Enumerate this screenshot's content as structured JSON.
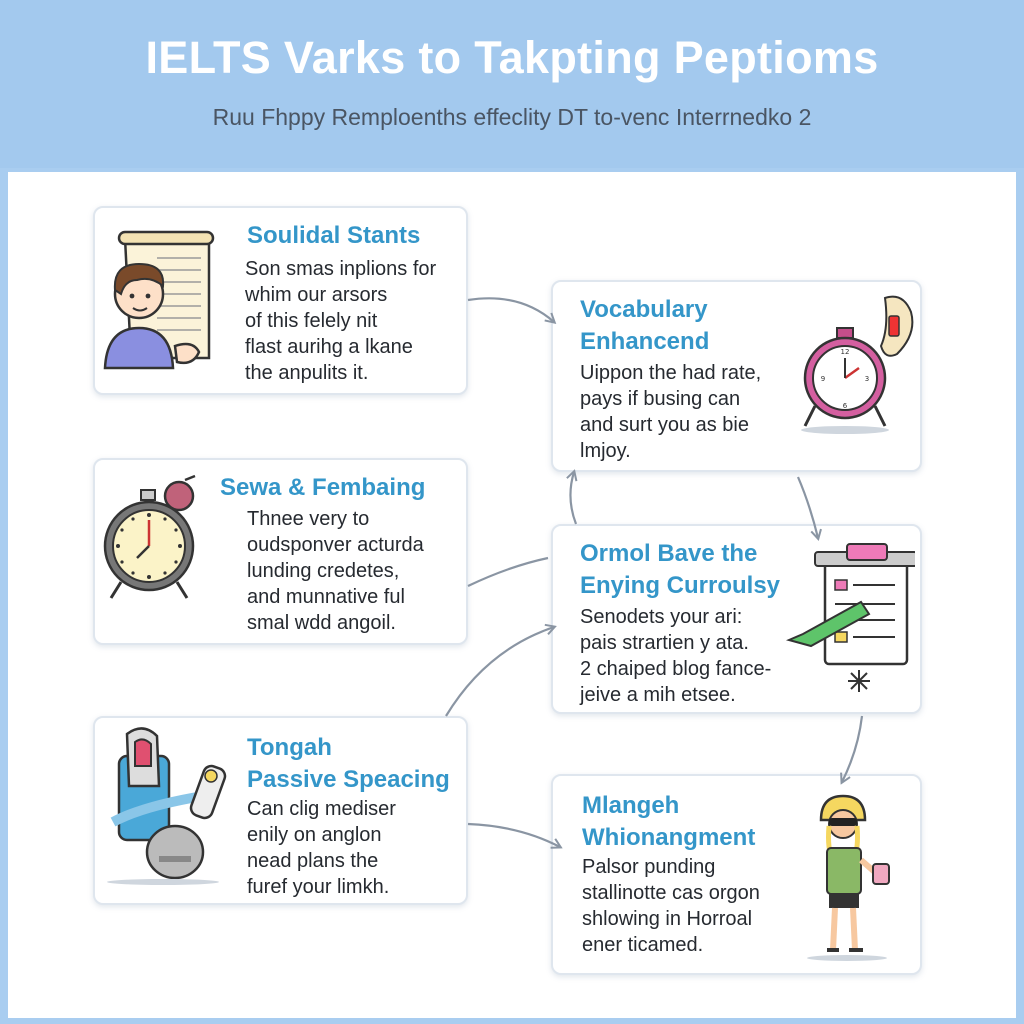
{
  "header": {
    "title": "IELTS Varks to Takpting Peptioms",
    "subtitle": "Ruu Fhppy Remploenths effeclity DT to-venc Interrnedko 2"
  },
  "cards": [
    {
      "title": [
        "Soulidal Stants"
      ],
      "body": [
        "Son smas inplions for",
        "whim our arsors",
        "of this felely nit",
        "flast aurihg a lkane",
        "the anpulits it."
      ],
      "icon": "scroll-person-icon"
    },
    {
      "title": [
        "Vocabulary",
        "Enhancend"
      ],
      "body": [
        "Uippon the had rate,",
        "pays if busing can",
        "and surt you as bie",
        "lmjoy."
      ],
      "icon": "stopwatch-icon"
    },
    {
      "title": [
        "Sewa & Fembaing"
      ],
      "body": [
        "Thnee very to",
        "oudsponver acturda",
        "lunding credetes,",
        "and munnative ful",
        "smal wdd angoil."
      ],
      "icon": "alarm-clock-icon"
    },
    {
      "title": [
        "Ormol Bave the",
        "Enying Curroulsy"
      ],
      "body": [
        "Senodets your ari:",
        "pais strartien y ata.",
        "2 chaiped blog fance-",
        "jeive a mih etsee."
      ],
      "icon": "clipboard-icon"
    },
    {
      "title": [
        "Tongah",
        "Passive Speacing"
      ],
      "body": [
        "Can clig mediser",
        "enily on anglon",
        "nead plans the",
        "furef your limkh."
      ],
      "icon": "headphones-icon"
    },
    {
      "title": [
        "Mlangeh",
        "Whionangment"
      ],
      "body": [
        "Palsor punding",
        "stallinotte cas orgon",
        "shlowing in Horroal",
        "ener ticamed."
      ],
      "icon": "person-cup-icon"
    }
  ],
  "colors": {
    "header_bg": "#a3c9ee",
    "title_text": "#ffffff",
    "card_title": "#3496c9",
    "arrow": "#8a95a3"
  }
}
